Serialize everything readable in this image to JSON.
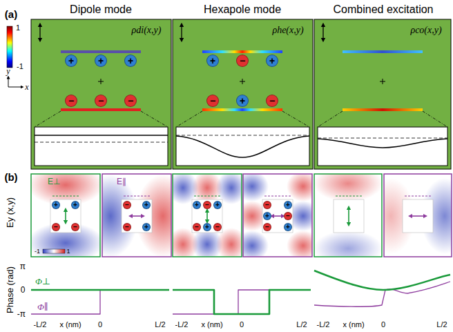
{
  "diagram": {
    "nodes": [
      {
        "text": [
          "+"
        ]
      },
      {
        "text": [
          "+"
        ]
      },
      {
        "text": [
          "+"
        ]
      },
      {
        "text": [
          "−"
        ]
      },
      {
        "text": [
          "−"
        ]
      },
      {
        "text": [
          "−"
        ]
      },
      {
        "text": [
          "+"
        ]
      },
      {
        "text": [
          "−"
        ]
      },
      {
        "text": [
          "+"
        ]
      },
      {
        "text": [
          "−"
        ]
      },
      {
        "text": [
          "+"
        ]
      },
      {
        "text": [
          "−"
        ]
      },
      {
        "text": [
          "+"
        ]
      },
      {
        "text": [
          "+"
        ]
      },
      {
        "text": [
          "−"
        ]
      },
      {
        "text": [
          "−"
        ]
      },
      {
        "text": [
          "−"
        ]
      },
      {
        "text": [
          "−"
        ]
      },
      {
        "text": [
          "+"
        ]
      },
      {
        "text": [
          "+"
        ]
      },
      {
        "text": [
          "+"
        ]
      },
      {
        "text": [
          "−"
        ]
      },
      {
        "text": [
          "+"
        ]
      },
      {
        "text": [
          "−"
        ]
      },
      {
        "text": [
          "+"
        ]
      },
      {
        "text": [
          "−"
        ]
      },
      {
        "text": [
          "−"
        ]
      },
      {
        "text": [
          "+"
        ]
      },
      {
        "text": [
          "−"
        ]
      },
      {
        "text": [
          "+"
        ]
      },
      {
        "text": [
          "−"
        ]
      },
      {
        "text": [
          "+"
        ]
      }
    ],
    "labels": [
      "Dipole mode",
      "Hexapole mode",
      "Combined excitation",
      "(a)",
      "1",
      "-1",
      "y",
      "x",
      "ρdi(x,y)",
      "ρhe(x,y)",
      "ρco(x,y)",
      "(b)",
      "E⊥",
      "E∥",
      "Ey (x,y)",
      "-1",
      "1",
      "Phase (rad)",
      "π",
      "0",
      "-π",
      "Φ⊥",
      "Φ∥",
      "-L/2",
      "x (nm)",
      "0",
      "L/2",
      "-L/2",
      "x (nm)",
      "0",
      "L/2",
      "-L/2",
      "x (nm)",
      "0",
      "L/2"
    ]
  }
}
